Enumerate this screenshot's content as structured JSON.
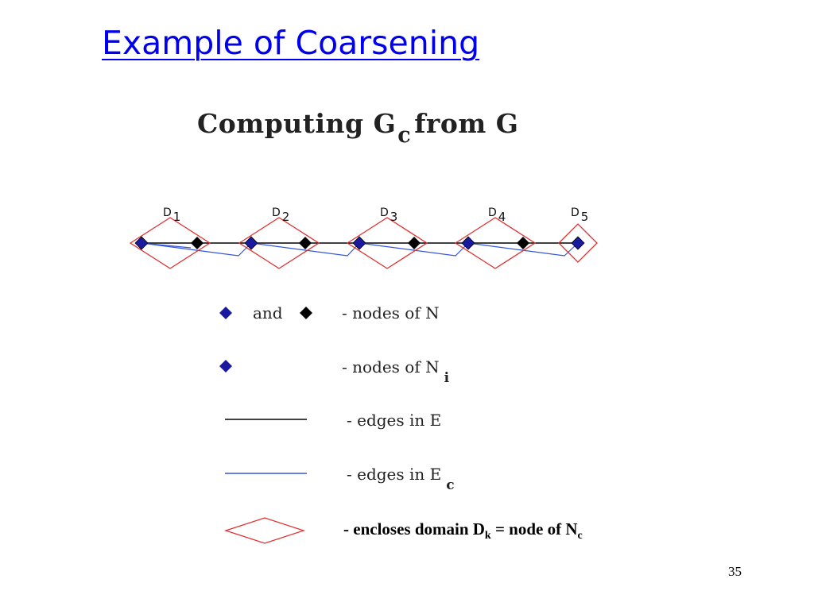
{
  "slide": {
    "title": "Example of Coarsening",
    "page_number": "35"
  },
  "figure": {
    "heading_prefix": "Computing G",
    "heading_sub": "c",
    "heading_suffix": "from G",
    "domains": [
      {
        "letter": "D",
        "index": "1"
      },
      {
        "letter": "D",
        "index": "2"
      },
      {
        "letter": "D",
        "index": "3"
      },
      {
        "letter": "D",
        "index": "4"
      },
      {
        "letter": "D",
        "index": "5"
      }
    ]
  },
  "legend": {
    "and_word": "and",
    "row1_text": "- nodes of N",
    "row2_text": "- nodes of N",
    "row2_sub": "i",
    "row3_text": "- edges in E",
    "row4_text": "- edges in E",
    "row4_sub": "c",
    "row5_prefix": "- encloses domain D",
    "row5_sub_k": "k",
    "row5_mid": " = node of N",
    "row5_sub_c": "c"
  },
  "colors": {
    "title_blue": "#0000ee",
    "coarse_node": "#1a1aa0",
    "fine_node": "#000000",
    "edge_black": "#000000",
    "edge_blue": "#3355dd",
    "domain_red": "#e03030"
  }
}
